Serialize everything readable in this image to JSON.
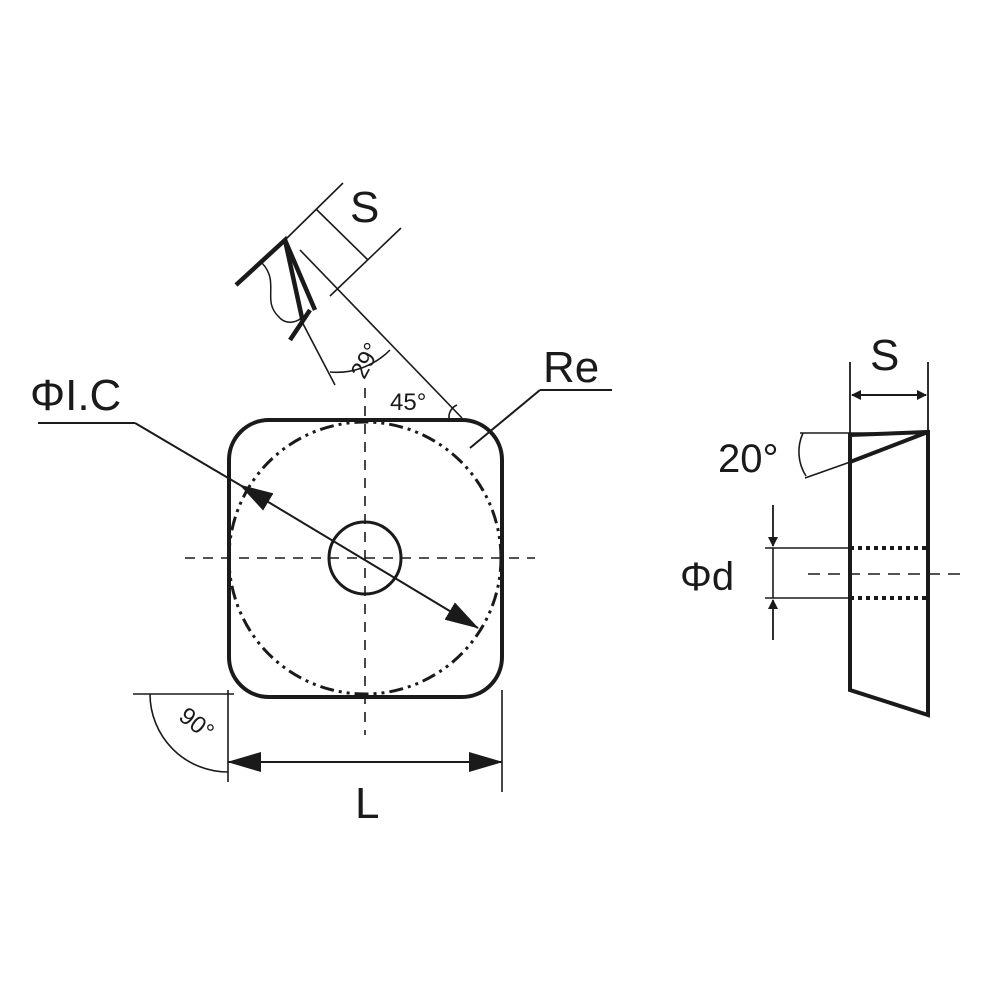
{
  "labels": {
    "thickness_top": "S",
    "clearance_angle": "29°",
    "approach_angle": "45°",
    "corner_radius": "Re",
    "inscribed_circle": "ΦI.C",
    "corner_angle": "90°",
    "length": "L",
    "thickness_side": "S",
    "side_angle": "20°",
    "hole_diameter": "Φd"
  },
  "colors": {
    "line": "#1a1a1a",
    "background": "#ffffff"
  }
}
